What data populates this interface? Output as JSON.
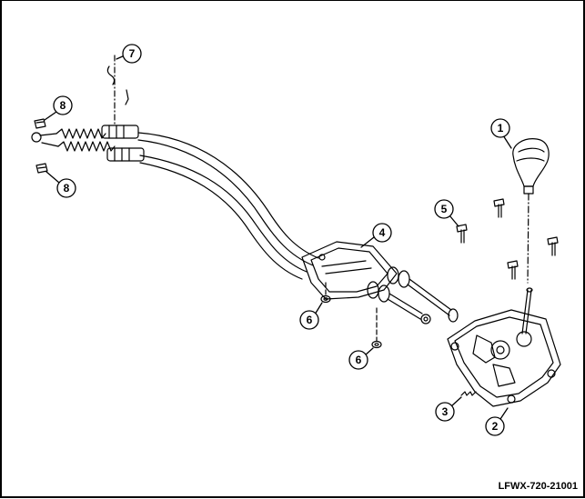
{
  "figure": {
    "code": "LFWX-720-21001",
    "callouts": [
      "1",
      "2",
      "3",
      "4",
      "5",
      "6",
      "6",
      "7",
      "8",
      "8"
    ]
  },
  "colors": {
    "line": "#000000",
    "background": "#ffffff"
  }
}
